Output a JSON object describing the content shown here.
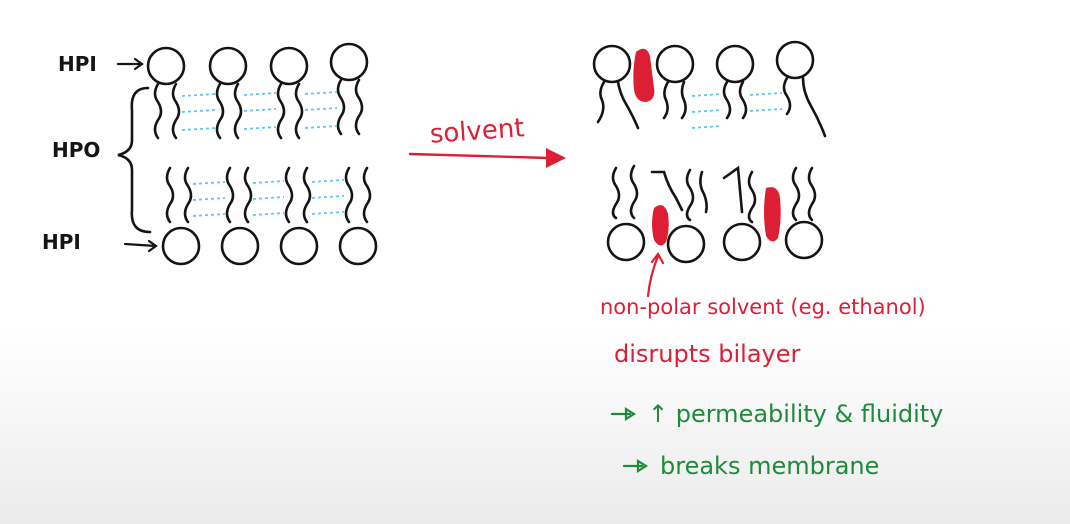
{
  "labels": {
    "hpi_top": "HPI",
    "hpo": "HPO",
    "hpi_bottom": "HPI",
    "arrow": "solvent"
  },
  "annotations": {
    "line1": "non-polar solvent (eg. ethanol)",
    "line2": "disrupts bilayer",
    "line3": "↑ permeability & fluidity",
    "line4": "breaks membrane"
  },
  "colors": {
    "ink": "#141414",
    "red": "#dc1f35",
    "green": "#1e8a3c",
    "h_bond": "#5fc8e8"
  }
}
